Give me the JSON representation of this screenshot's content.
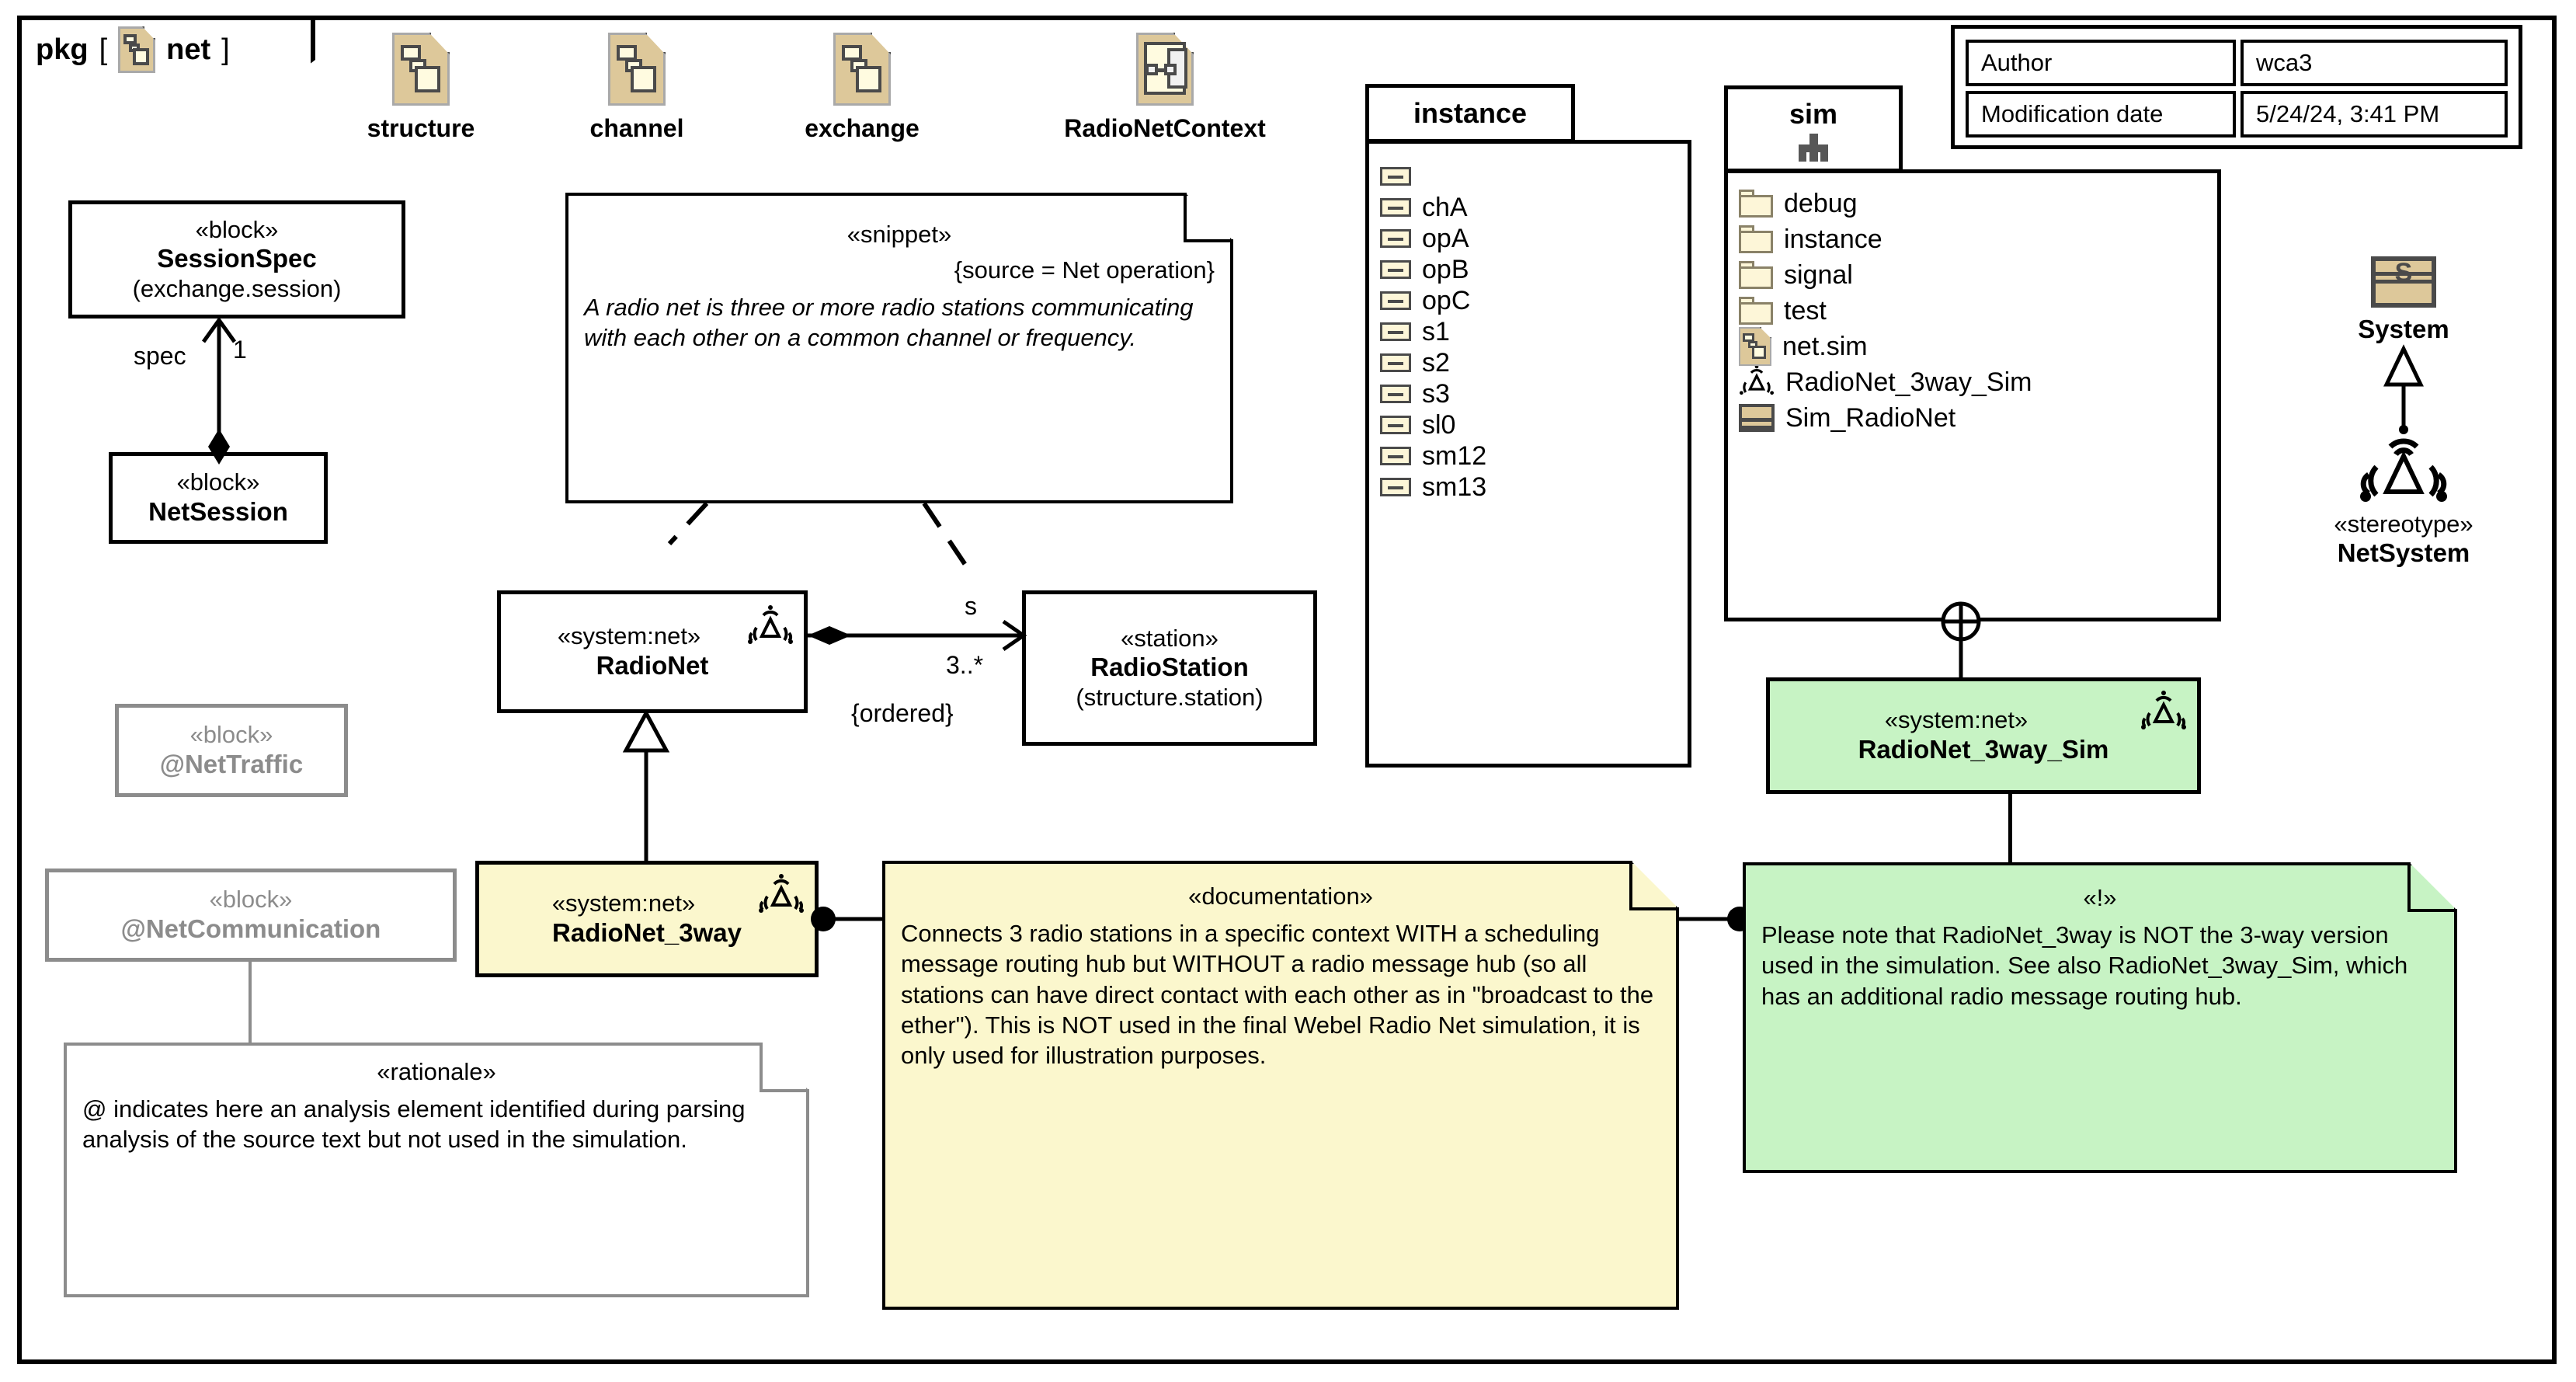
{
  "package": {
    "keyword": "pkg",
    "bracket_open": "[",
    "bracket_close": "]",
    "name": "net",
    "icon": "package-icon"
  },
  "top_packages": [
    {
      "label": "structure",
      "icon": "package-icon"
    },
    {
      "label": "channel",
      "icon": "package-icon"
    },
    {
      "label": "exchange",
      "icon": "package-icon"
    },
    {
      "label": "RadioNetContext",
      "icon": "context-package-icon"
    }
  ],
  "author_table": {
    "rows": [
      {
        "key": "Author",
        "value": "wca3"
      },
      {
        "key": "Modification date",
        "value": "5/24/24, 3:41 PM"
      }
    ]
  },
  "blocks": {
    "session_spec": {
      "stereotype": "«block»",
      "name": "SessionSpec",
      "qualifier": "(exchange.session)"
    },
    "net_session": {
      "stereotype": "«block»",
      "name": "NetSession"
    },
    "net_traffic": {
      "stereotype": "«block»",
      "name": "@NetTraffic"
    },
    "net_communication": {
      "stereotype": "«block»",
      "name": "@NetCommunication"
    },
    "radio_net": {
      "stereotype": "«system:net»",
      "name": "RadioNet",
      "icon": "antenna-icon"
    },
    "radio_station": {
      "stereotype": "«station»",
      "name": "RadioStation",
      "qualifier": "(structure.station)"
    },
    "radio_net_3way": {
      "stereotype": "«system:net»",
      "name": "RadioNet_3way",
      "icon": "antenna-icon"
    },
    "radio_net_3way_sim": {
      "stereotype": "«system:net»",
      "name": "RadioNet_3way_Sim",
      "icon": "antenna-icon"
    }
  },
  "edges": {
    "spec_role": "spec",
    "spec_multiplicity": "1",
    "station_role": "s",
    "station_multiplicity": "3..*",
    "station_constraint": "{ordered}"
  },
  "notes": {
    "snippet": {
      "stereotype": "«snippet»",
      "constraint": "{source = Net operation}",
      "text": "A radio net is three or more radio stations communicating with each other on a common channel or frequency."
    },
    "rationale": {
      "stereotype": "«rationale»",
      "text": "@ indicates here an analysis element identified during parsing analysis of the source text but not used in the simulation."
    },
    "documentation": {
      "stereotype": "«documentation»",
      "text": "Connects 3 radio stations in a specific context WITH a scheduling message routing hub but WITHOUT a radio message hub (so all stations can have direct contact with each other as in \"broadcast to the ether\"). This is NOT used in the final Webel Radio Net simulation, it is only used for illustration purposes."
    },
    "warning": {
      "stereotype": "«!»",
      "text": "Please note that RadioNet_3way is NOT the 3-way version used in the simulation. See also RadioNet_3way_Sim, which has an additional radio message routing hub."
    }
  },
  "instance_package": {
    "title": "instance",
    "items": [
      {
        "label": "",
        "icon": "slot-icon"
      },
      {
        "label": "chA",
        "icon": "slot-icon"
      },
      {
        "label": "opA",
        "icon": "slot-icon"
      },
      {
        "label": "opB",
        "icon": "slot-icon"
      },
      {
        "label": "opC",
        "icon": "slot-icon"
      },
      {
        "label": "s1",
        "icon": "slot-icon"
      },
      {
        "label": "s2",
        "icon": "slot-icon"
      },
      {
        "label": "s3",
        "icon": "slot-icon"
      },
      {
        "label": "sl0",
        "icon": "slot-icon"
      },
      {
        "label": "sm12",
        "icon": "slot-icon"
      },
      {
        "label": "sm13",
        "icon": "slot-icon"
      }
    ]
  },
  "sim_package": {
    "title": "sim",
    "header_icon": "rake-icon",
    "items": [
      {
        "label": "debug",
        "icon": "folder-icon"
      },
      {
        "label": "instance",
        "icon": "folder-icon"
      },
      {
        "label": "signal",
        "icon": "folder-icon"
      },
      {
        "label": "test",
        "icon": "folder-icon"
      },
      {
        "label": "net.sim",
        "icon": "package-icon"
      },
      {
        "label": "RadioNet_3way_Sim",
        "icon": "antenna-icon"
      },
      {
        "label": "Sim_RadioNet",
        "icon": "system-table-icon"
      }
    ]
  },
  "system_group": {
    "icon": "system-table-icon",
    "icon_letter": "S",
    "label": "System",
    "stereotype_icon": "antenna-icon",
    "stereotype_keyword": "«stereotype»",
    "stereotype_name": "NetSystem"
  },
  "colors": {
    "yellow_fill": "#fbf7cd",
    "green_fill": "#c7f3c4",
    "package_icon_fill": "#ddc89a",
    "gray_stroke": "#8c8c8c",
    "black": "#000000"
  }
}
